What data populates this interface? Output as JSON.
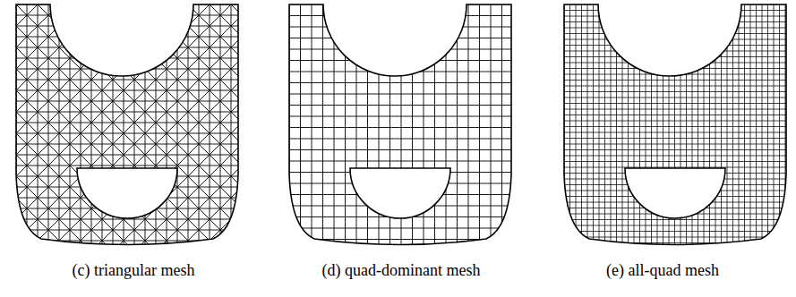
{
  "diagram": {
    "labels": [
      "(c) triangular mesh",
      "(d) quad-dominant mesh",
      "(e) all-quad mesh"
    ]
  }
}
